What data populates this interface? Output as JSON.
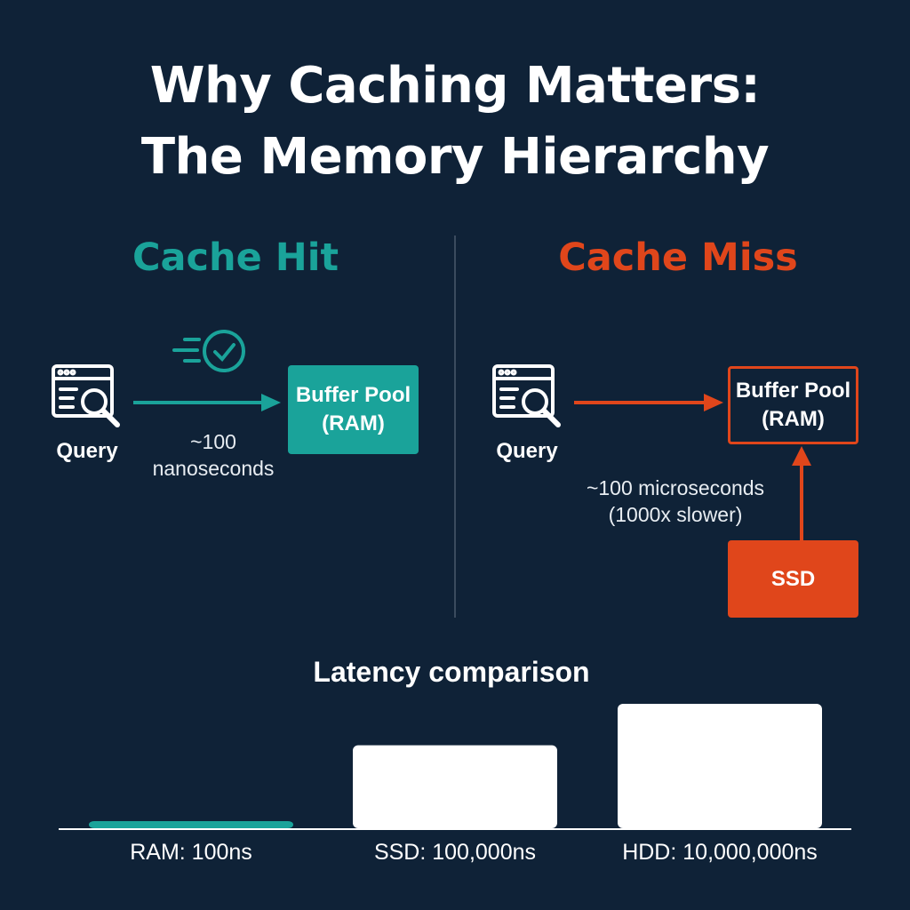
{
  "title": {
    "line1": "Why Caching Matters:",
    "line2": "The Memory Hierarchy"
  },
  "colors": {
    "background": "#0f2237",
    "hit": "#1aa39a",
    "miss": "#e0461b",
    "divider": "#3b4b5e"
  },
  "cache_hit": {
    "heading": "Cache Hit",
    "query_label": "Query",
    "latency_caption_line1": "~100",
    "latency_caption_line2": "nanoseconds",
    "target_box_line1": "Buffer Pool",
    "target_box_line2": "(RAM)",
    "icons": [
      "query-search-icon",
      "fast-check-icon"
    ]
  },
  "cache_miss": {
    "heading": "Cache Miss",
    "query_label": "Query",
    "target_box_line1": "Buffer Pool",
    "target_box_line2": "(RAM)",
    "source_box": "SSD",
    "latency_caption_line1": "~100 microseconds",
    "latency_caption_line2": "(1000x slower)",
    "icons": [
      "query-search-icon"
    ]
  },
  "latency_section": {
    "heading": "Latency comparison"
  },
  "chart_data": {
    "type": "bar",
    "title": "Latency comparison",
    "categories": [
      "RAM: 100ns",
      "SSD: 100,000ns",
      "HDD: 10,000,000ns"
    ],
    "values": [
      100,
      100000,
      10000000
    ],
    "yscale": "log",
    "ylim": [
      10,
      10000000
    ],
    "grid": false,
    "legend": "none",
    "bar_colors": [
      "#1aa39a",
      "#ffffff",
      "#ffffff"
    ]
  }
}
